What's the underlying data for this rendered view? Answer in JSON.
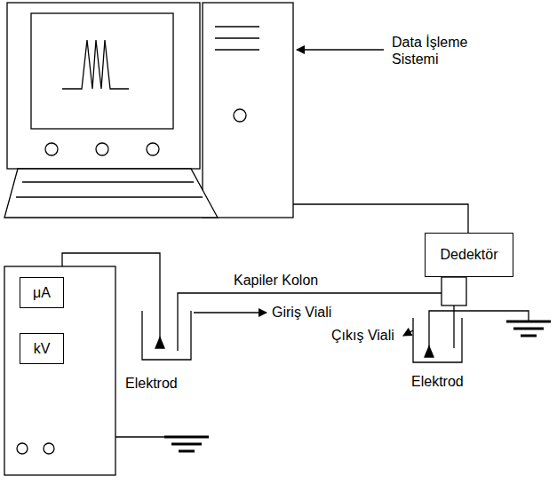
{
  "diagram": {
    "nodes": [
      {
        "text": [
          "μA"
        ]
      },
      {
        "text": [
          "kV"
        ]
      },
      {
        "text": [
          "Dedektör"
        ]
      }
    ],
    "labels": [
      "Data İşleme Sistemi",
      "Kapiler Kolon",
      "Giriş Viali",
      "Çıkış Viali",
      "Elektrod",
      "Elektrod"
    ]
  }
}
